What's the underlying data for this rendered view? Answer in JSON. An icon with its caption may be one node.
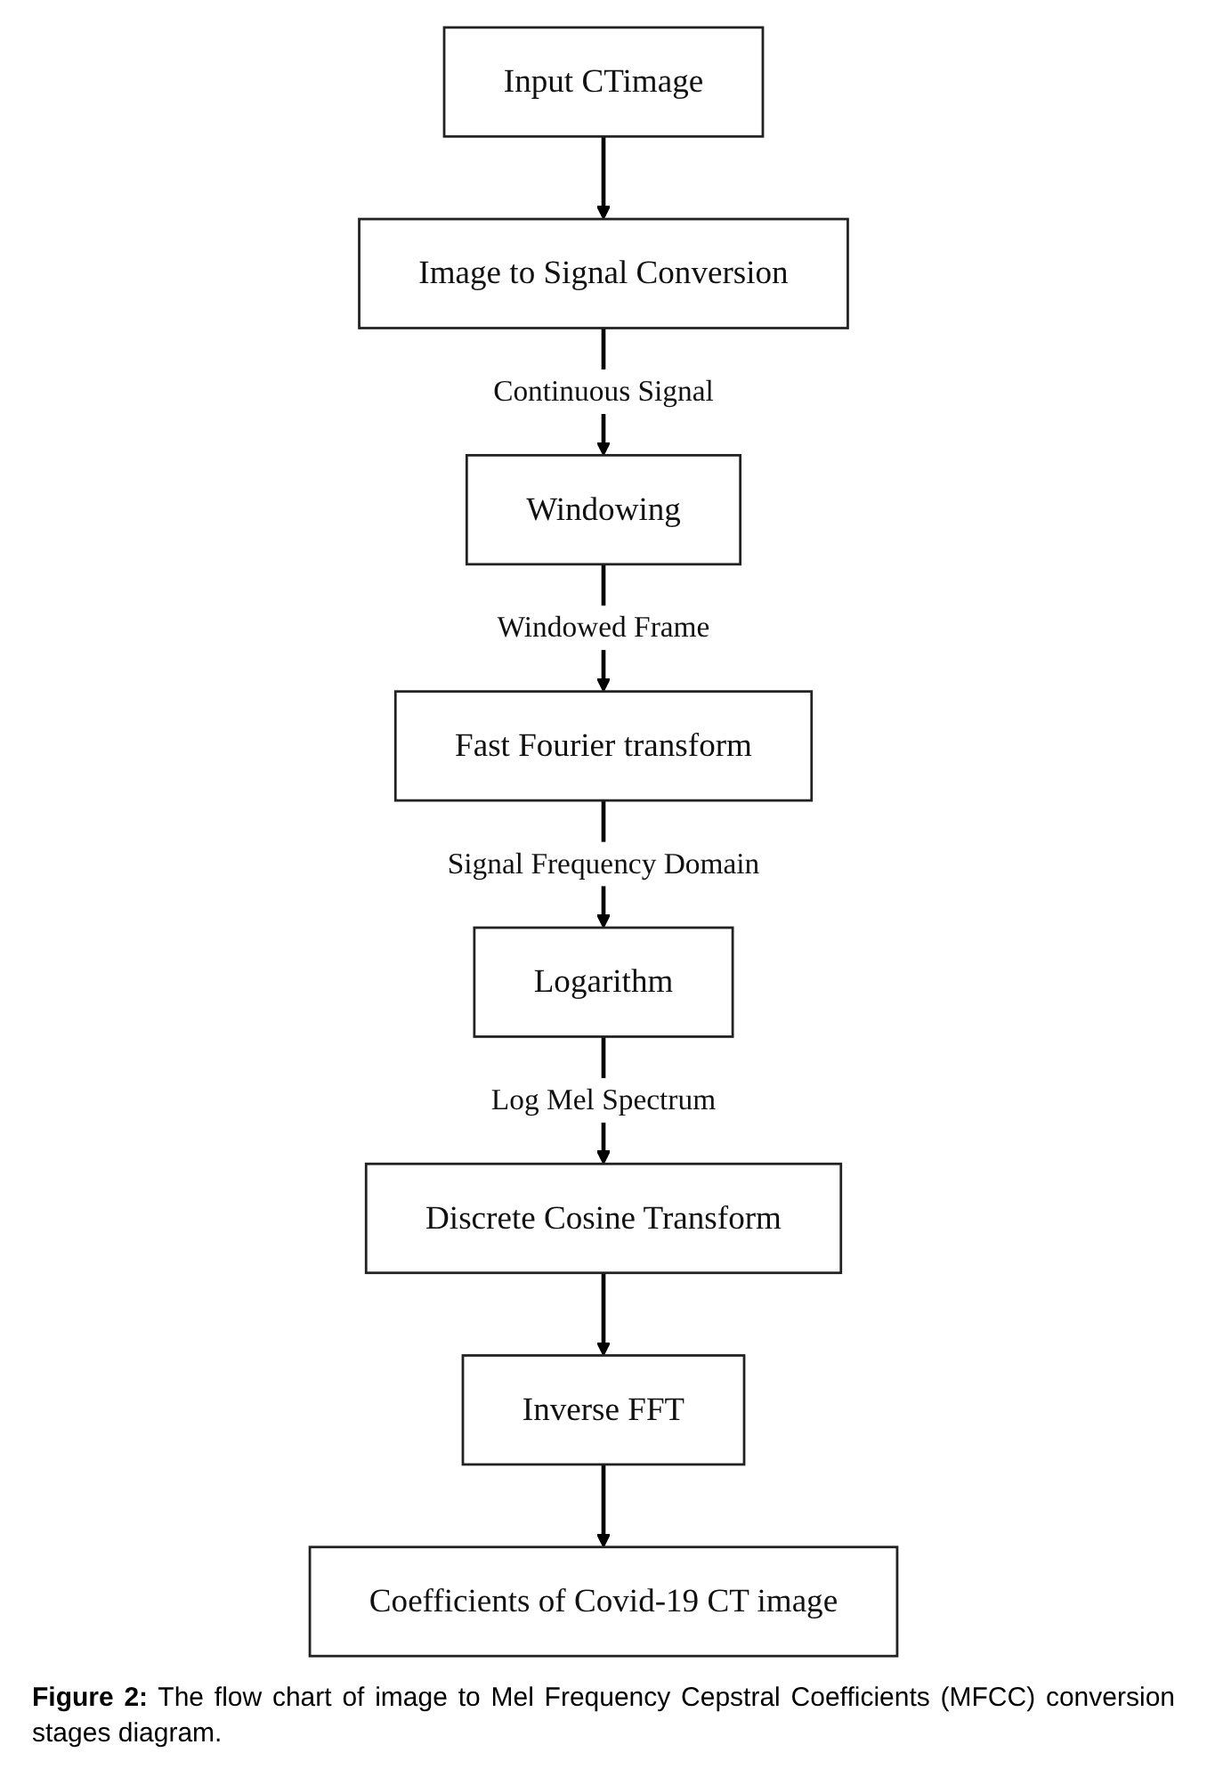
{
  "diagram": {
    "caption": "**Figure 2:** The flow chart of image to Mel Frequency Cepstral Coefficients (MFCC) conversion stages diagram.",
    "nodes": [
      {
        "text": [
          "Input CTimage"
        ]
      },
      {
        "text": [
          "Image to Signal Conversion"
        ]
      },
      {
        "text": [
          "Windowing"
        ]
      },
      {
        "text": [
          "Fast Fourier transform"
        ]
      },
      {
        "text": [
          "Logarithm"
        ]
      },
      {
        "text": [
          "Discrete Cosine Transform"
        ]
      },
      {
        "text": [
          "Inverse FFT"
        ]
      },
      {
        "text": [
          "Coefficients of Covid-19 CT image"
        ]
      }
    ],
    "edges": [
      {
        "from": 0,
        "to": 1,
        "arrow": "to"
      },
      {
        "from": 1,
        "to": 2,
        "arrow": "to",
        "label": "Continuous Signal"
      },
      {
        "from": 2,
        "to": 3,
        "arrow": "to",
        "label": "Windowed Frame"
      },
      {
        "from": 3,
        "to": 4,
        "arrow": "to",
        "label": "Signal Frequency Domain"
      },
      {
        "from": 4,
        "to": 5,
        "arrow": "to",
        "label": "Log Mel Spectrum"
      },
      {
        "from": 5,
        "to": 6,
        "arrow": "to"
      },
      {
        "from": 6,
        "to": 7,
        "arrow": "to"
      }
    ]
  }
}
